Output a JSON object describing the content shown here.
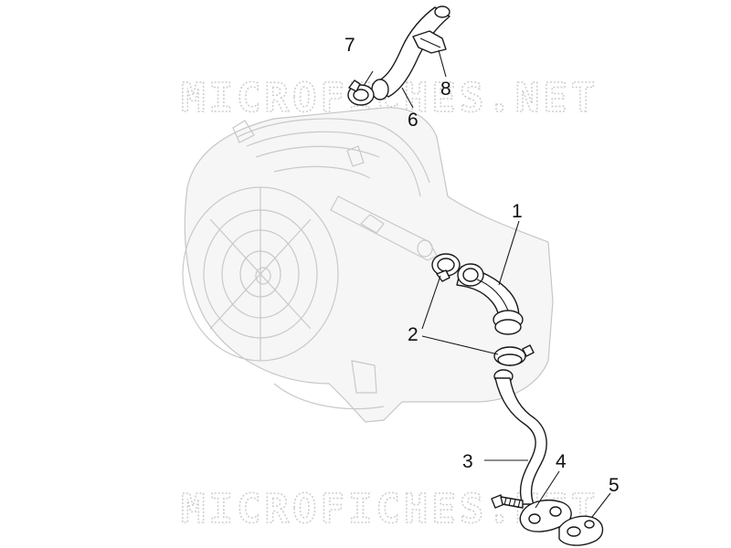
{
  "watermarks": [
    "MICROFICHES.NET",
    "MICROFICHES.NET"
  ],
  "callouts": [
    {
      "id": "callout-1",
      "text": "1"
    },
    {
      "id": "callout-2",
      "text": "2"
    },
    {
      "id": "callout-3",
      "text": "3"
    },
    {
      "id": "callout-4",
      "text": "4"
    },
    {
      "id": "callout-5",
      "text": "5"
    },
    {
      "id": "callout-6",
      "text": "6"
    },
    {
      "id": "callout-7",
      "text": "7"
    },
    {
      "id": "callout-8",
      "text": "8"
    }
  ],
  "colors": {
    "parts": "#1a1a1a",
    "ghost": "#c9c9c9",
    "watermark": "#cfcfcf"
  }
}
